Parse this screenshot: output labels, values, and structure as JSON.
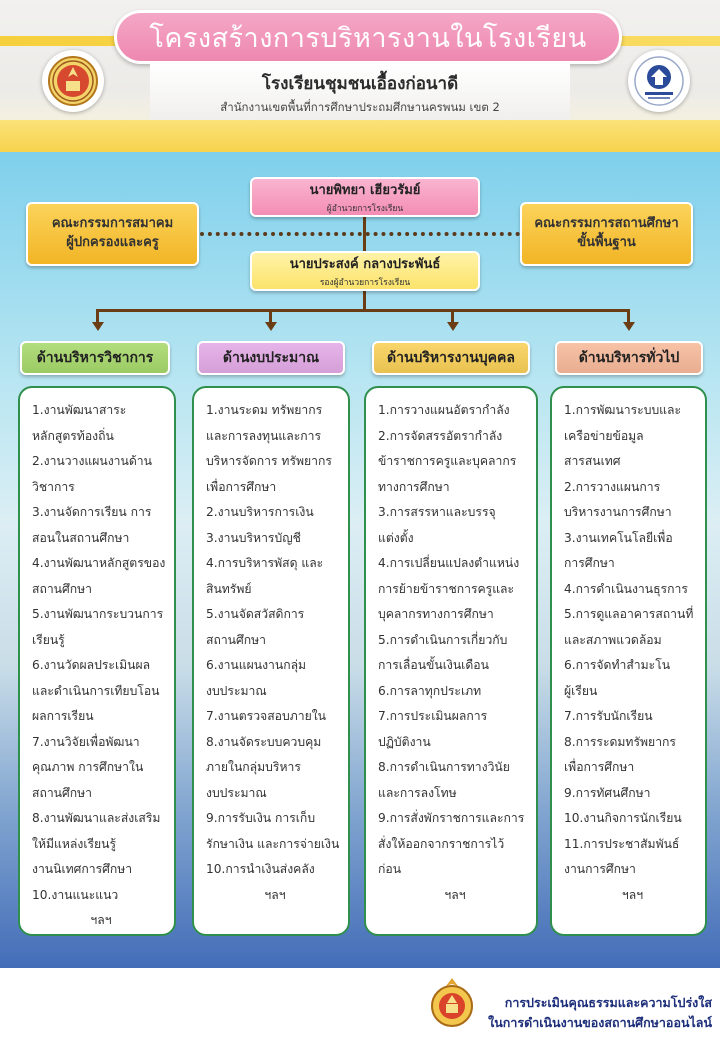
{
  "header": {
    "title": "โครงสร้างการบริหารงานในโรงเรียน",
    "school_name": "โรงเรียนชุมชนเอื้องก่อนาดี",
    "office": "สำนักงานเขตพื้นที่การศึกษาประถมศึกษานครพนม เขต 2"
  },
  "leadership": {
    "director_name": "นายพิทยา เฮียวรัมย์",
    "director_role": "ผู้อำนวยการโรงเรียน",
    "deputy_name": "นายประสงค์ กลางประพันธ์",
    "deputy_role": "รองผู้อำนวยการโรงเรียน"
  },
  "committees": {
    "left_line1": "คณะกรรมการสมาคม",
    "left_line2": "ผู้ปกครองและครู",
    "right_line1": "คณะกรรมการสถานศึกษา",
    "right_line2": "ขั้นพื้นฐาน"
  },
  "departments": [
    {
      "title": "ด้านบริหารวิชาการ",
      "color": "#a6d86a",
      "items": [
        "1.งานพัฒนาสาระ",
        "หลักสูตรท้องถิ่น",
        "2.งานวางแผนงานด้าน",
        "วิชาการ",
        "3.งานจัดการเรียน การ",
        "สอนในสถานศึกษา",
        "4.งานพัฒนาหลักสูตรของ",
        "สถานศึกษา",
        "5.งานพัฒนากระบวนการ",
        "เรียนรู้",
        "6.งานวัดผลประเมินผล",
        "และดำเนินการเทียบโอน",
        "ผลการเรียน",
        "7.งานวิจัยเพื่อพัฒนา",
        "คุณภาพ การศึกษาใน",
        "สถานศึกษา",
        "8.งานพัฒนาและส่งเสริม",
        "ให้มีแหล่งเรียนรู้",
        " งานนิเทศการศึกษา",
        "10.งานแนะแนว"
      ],
      "etc": "ฯลฯ"
    },
    {
      "title": "ด้านงบประมาณ",
      "color": "#e3a9e6",
      "items": [
        "1.งานระดม ทรัพยากร",
        "และการลงทุนและการ",
        "บริหารจัดการ ทรัพยากร",
        "เพื่อการศึกษา",
        "2.งานบริหารการเงิน",
        "3.งานบริหารบัญชี",
        "4.การบริหารพัสดุ และ",
        "สินทรัพย์",
        "5.งานจัดสวัสดิการ",
        "สถานศึกษา",
        "6.งานแผนงานกลุ่ม",
        "งบประมาณ",
        "7.งานตรวจสอบภายใน",
        "8.งานจัดระบบควบคุม",
        "ภายในกลุ่มบริหาร",
        "งบประมาณ",
        "9.การรับเงิน การเก็บ",
        "รักษาเงิน และการจ่ายเงิน",
        "10.การนำเงินส่งคลัง"
      ],
      "etc": "ฯลฯ"
    },
    {
      "title": "ด้านบริหารงานบุคคล",
      "color": "#f8cf55",
      "items": [
        "1.การวางแผนอัตรากำลัง",
        "2.การจัดสรรอัตรากำลัง",
        "ข้าราชการครูและบุคลากร",
        "ทางการศึกษา",
        "3.การสรรหาและบรรจุ",
        "แต่งตั้ง",
        "4.การเปลี่ยนแปลงตำแหน่ง",
        "การย้ายข้าราชการครูและ",
        "บุคลากรทางการศึกษา",
        "5.การดำเนินการเกี่ยวกับ",
        "การเลื่อนขั้นเงินเดือน",
        "6.การลาทุกประเภท",
        "7.การประเมินผลการ",
        "ปฏิบัติงาน",
        "8.การดำเนินการทางวินัย",
        "และการลงโทษ",
        "9.การสั่งพักราชการและการ",
        "สั่งให้ออกจากราชการไว้",
        "ก่อน"
      ],
      "etc": "ฯลฯ"
    },
    {
      "title": "ด้านบริหารทั่วไป",
      "color": "#f7b99a",
      "items": [
        "1.การพัฒนาระบบและ",
        "เครือข่ายข้อมูล",
        "สารสนเทศ",
        "2.การวางแผนการ",
        "บริหารงานการศึกษา",
        "3.งานเทคโนโลยีเพื่อ",
        "การศึกษา",
        "4.การดำเนินงานธุรการ",
        "5.การดูแลอาคารสถานที่",
        "และสภาพแวดล้อม",
        "6.การจัดทำสำมะโน",
        "ผู้เรียน",
        "7.การรับนักเรียน",
        "8.การระดมทรัพยากร",
        "เพื่อการศึกษา",
        "9.การทัศนศึกษา",
        "10.งานกิจการนักเรียน",
        "11.การประชาสัมพันธ์",
        "งานการศึกษา"
      ],
      "etc": "ฯลฯ"
    }
  ],
  "footer": {
    "line1": "การประเมินคุณธรรมและความโปร่งใส",
    "line2": "ในการดำเนินงานของสถานศึกษาออนไลน์"
  },
  "icons": {
    "left_logo": "school-emblem-icon",
    "right_logo": "obec-emblem-icon",
    "footer_logo": "school-emblem-icon"
  }
}
